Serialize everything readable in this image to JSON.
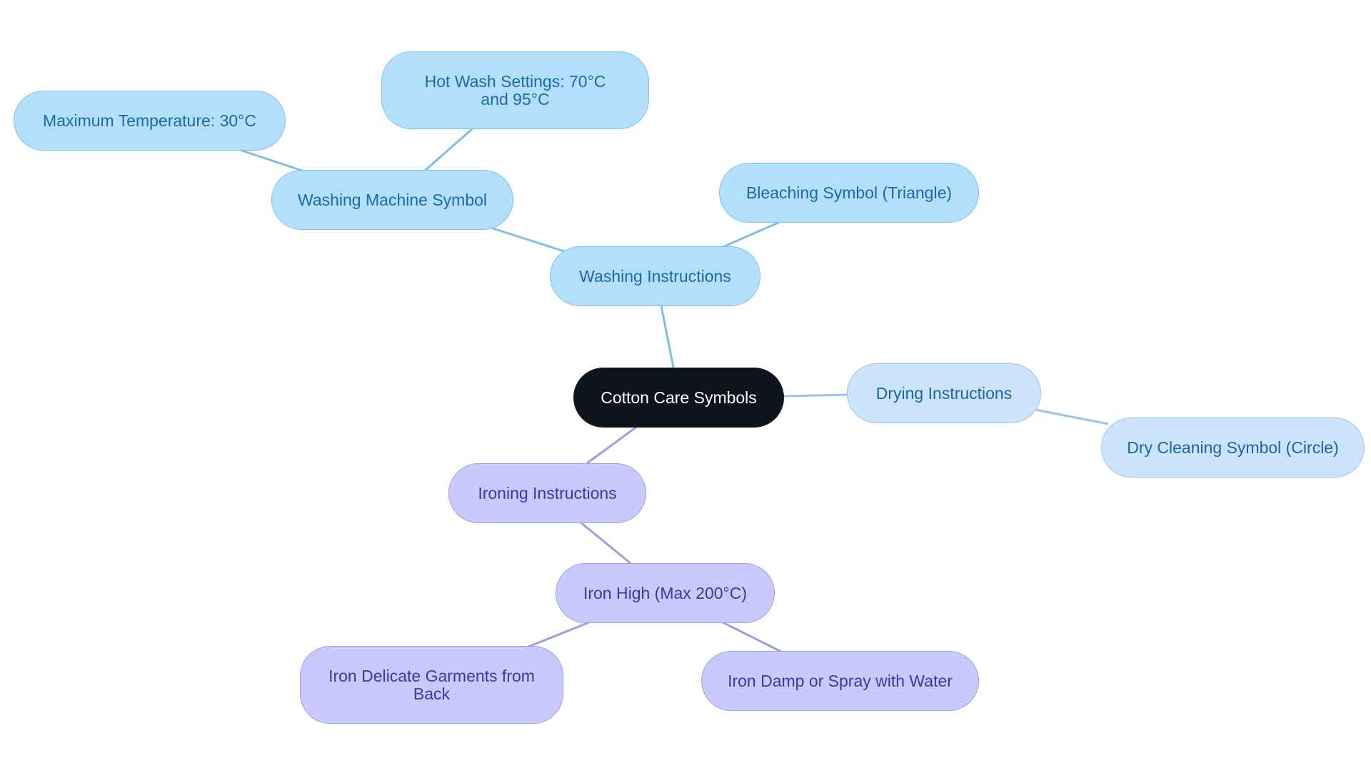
{
  "colors": {
    "root_fill": "#0d141c",
    "washing_fill": "#b3dffc",
    "washing_edge": "#80bde4",
    "drying_fill": "#cbe3fb",
    "drying_edge": "#98c2e8",
    "ironing_fill": "#c8c9fd",
    "ironing_edge": "#9c9de2"
  },
  "diagram": {
    "root": {
      "label": "Cotton Care Symbols"
    },
    "washing": {
      "label": "Washing Instructions",
      "machine": {
        "label": "Washing Machine Symbol",
        "max_temp": "Maximum Temperature: 30°C",
        "hot_wash": "Hot Wash Settings: 70°C and 95°C"
      },
      "bleaching": "Bleaching Symbol (Triangle)"
    },
    "drying": {
      "label": "Drying Instructions",
      "dry_cleaning": "Dry Cleaning Symbol (Circle)"
    },
    "ironing": {
      "label": "Ironing Instructions",
      "iron_high": {
        "label": "Iron High (Max 200°C)",
        "delicate": "Iron Delicate Garments from Back",
        "damp": "Iron Damp or Spray with Water"
      }
    }
  }
}
